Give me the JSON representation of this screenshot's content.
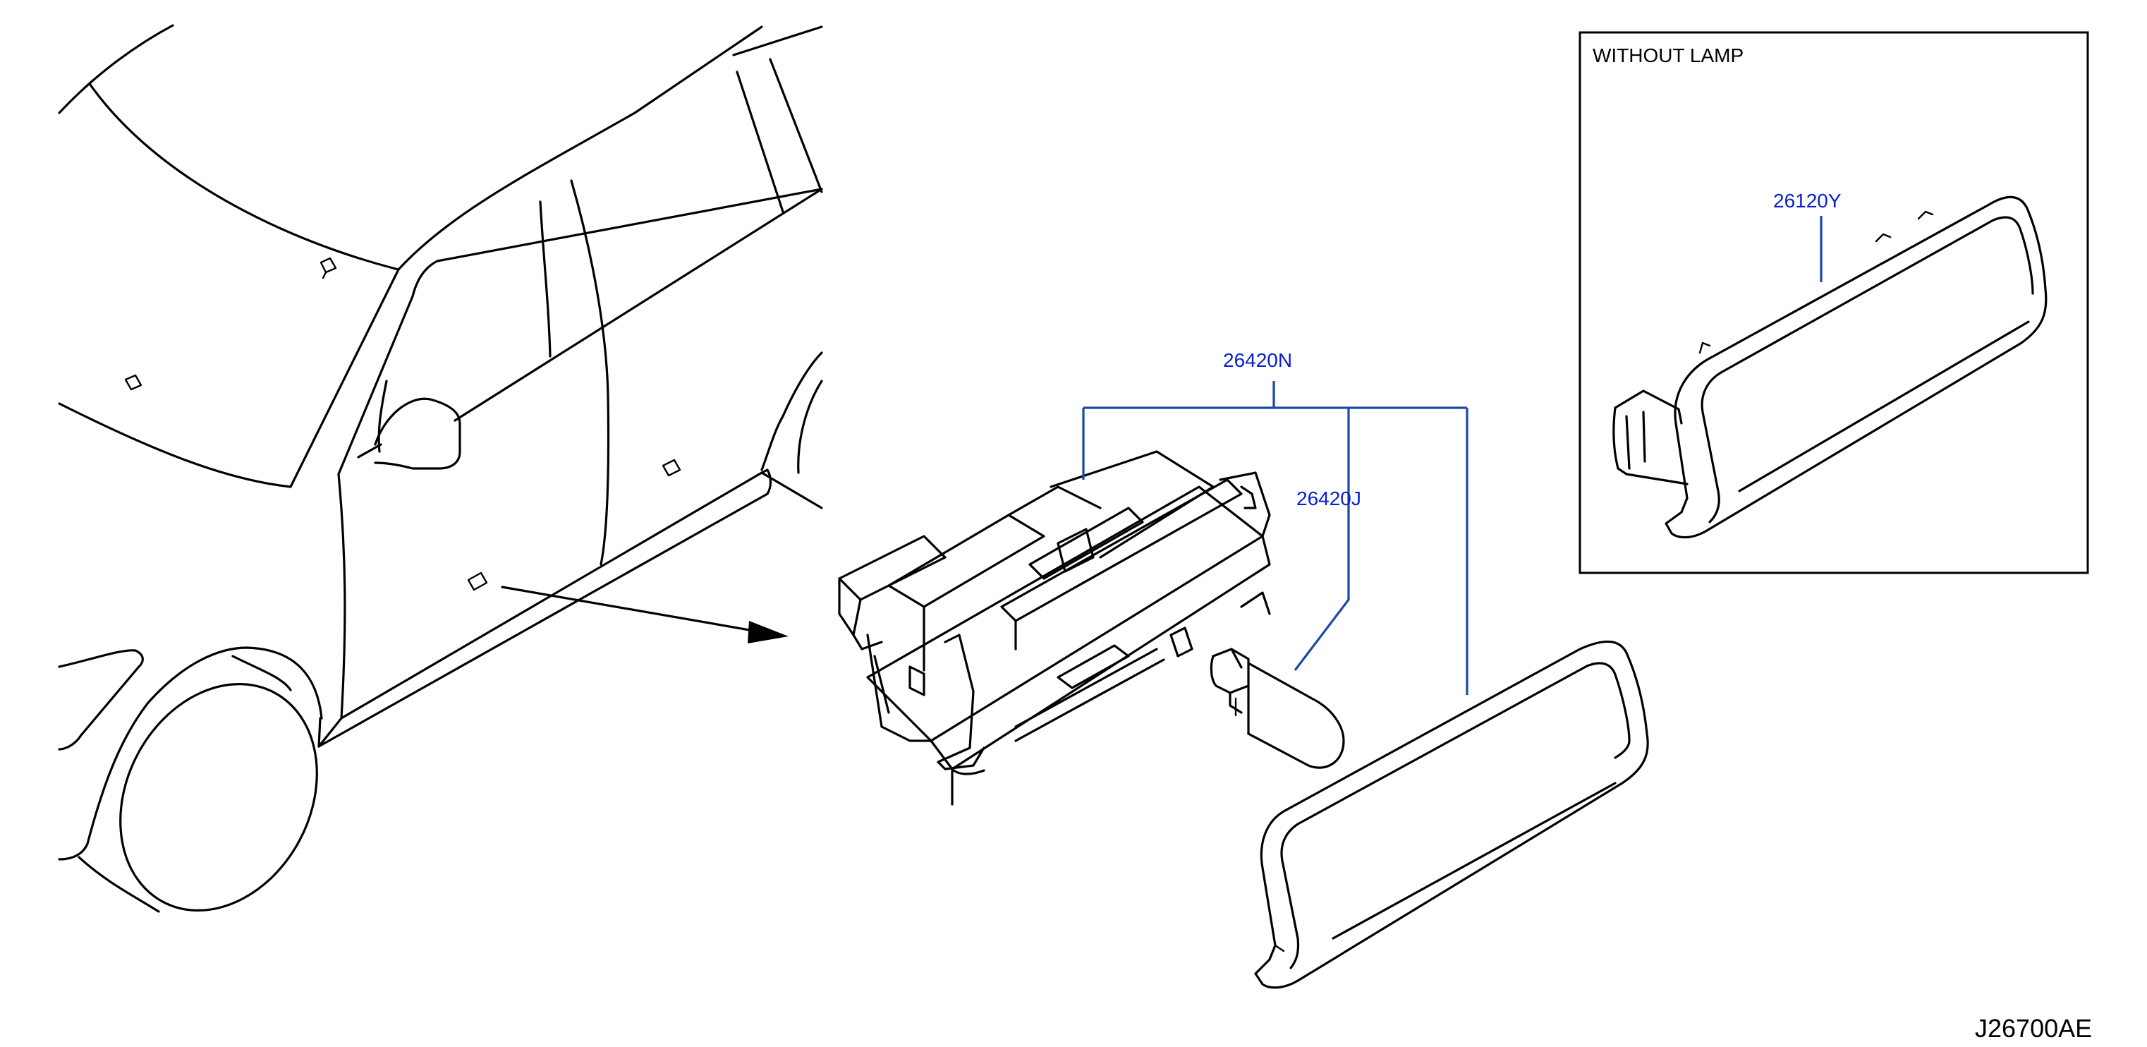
{
  "diagram": {
    "callouts": {
      "lamp_assembly": "26420N",
      "bulb": "26420J",
      "finisher": "26120Y"
    },
    "inset_title": "WITHOUT   LAMP",
    "drawing_code": "J26700AE"
  },
  "colors": {
    "line": "#000000",
    "leader": "#1a47a8",
    "callout_text": "#0a1fd0"
  }
}
